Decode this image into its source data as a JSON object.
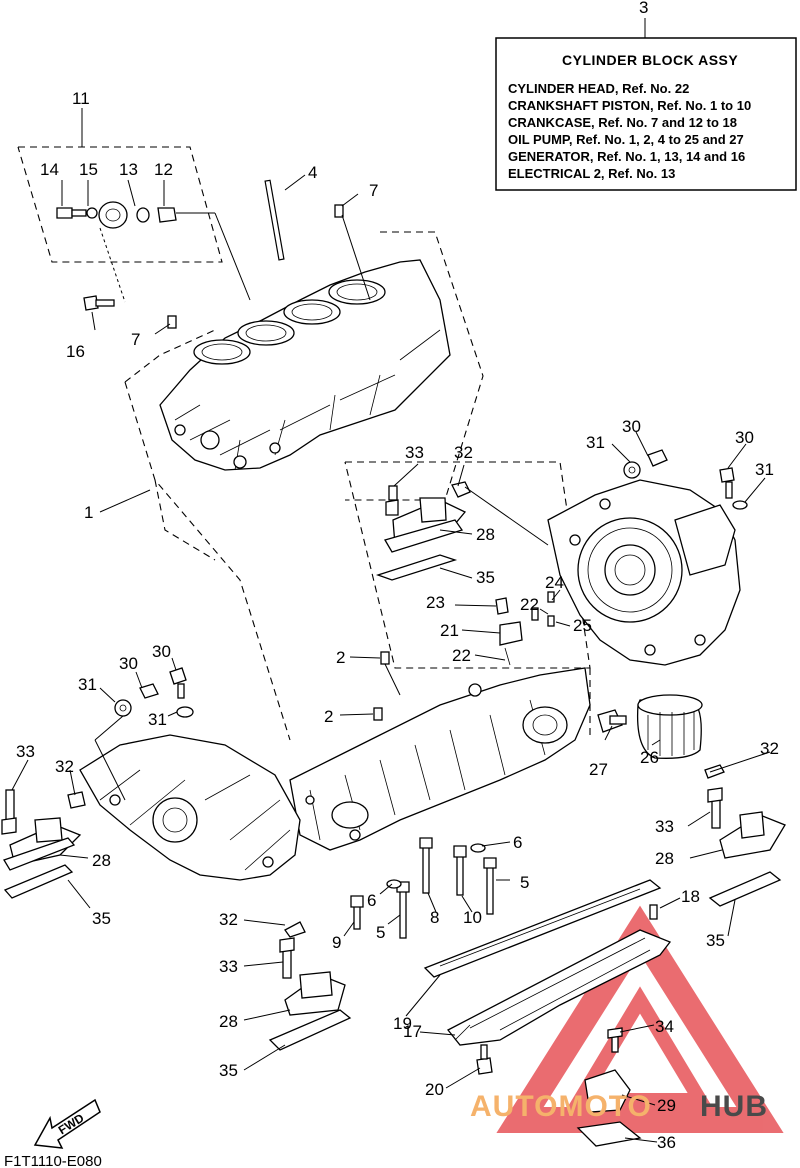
{
  "info_box": {
    "ref": "3",
    "title": "CYLINDER BLOCK ASSY",
    "lines": [
      "CYLINDER HEAD, Ref. No. 22",
      "CRANKSHAFT PISTON, Ref. No. 1 to 10",
      "CRANKCASE, Ref. No. 7 and 12 to 18",
      "OIL PUMP, Ref. No. 1, 2, 4 to 25 and 27",
      "GENERATOR, Ref. No. 1, 13, 14 and 16",
      "ELECTRICAL 2,  Ref. No. 13"
    ]
  },
  "callouts": [
    {
      "id": "c11",
      "text": "11"
    },
    {
      "id": "c14",
      "text": "14"
    },
    {
      "id": "c15",
      "text": "15"
    },
    {
      "id": "c13",
      "text": "13"
    },
    {
      "id": "c12",
      "text": "12"
    },
    {
      "id": "c4",
      "text": "4"
    },
    {
      "id": "c7a",
      "text": "7"
    },
    {
      "id": "c16",
      "text": "16"
    },
    {
      "id": "c7b",
      "text": "7"
    },
    {
      "id": "c1",
      "text": "1"
    },
    {
      "id": "c33a",
      "text": "33"
    },
    {
      "id": "c32a",
      "text": "32"
    },
    {
      "id": "c28a",
      "text": "28"
    },
    {
      "id": "c35a",
      "text": "35"
    },
    {
      "id": "c31a",
      "text": "31"
    },
    {
      "id": "c30a",
      "text": "30"
    },
    {
      "id": "c30b",
      "text": "30"
    },
    {
      "id": "c31b",
      "text": "31"
    },
    {
      "id": "c24",
      "text": "24"
    },
    {
      "id": "c23",
      "text": "23"
    },
    {
      "id": "c22a",
      "text": "22"
    },
    {
      "id": "c25",
      "text": "25"
    },
    {
      "id": "c21",
      "text": "21"
    },
    {
      "id": "c22b",
      "text": "22"
    },
    {
      "id": "c2a",
      "text": "2"
    },
    {
      "id": "c2b",
      "text": "2"
    },
    {
      "id": "c30c",
      "text": "30"
    },
    {
      "id": "c30d",
      "text": "30"
    },
    {
      "id": "c31c",
      "text": "31"
    },
    {
      "id": "c31d",
      "text": "31"
    },
    {
      "id": "c33b",
      "text": "33"
    },
    {
      "id": "c32b",
      "text": "32"
    },
    {
      "id": "c28b",
      "text": "28"
    },
    {
      "id": "c35b",
      "text": "35"
    },
    {
      "id": "c27",
      "text": "27"
    },
    {
      "id": "c26",
      "text": "26"
    },
    {
      "id": "c32c",
      "text": "32"
    },
    {
      "id": "c33c",
      "text": "33"
    },
    {
      "id": "c28c",
      "text": "28"
    },
    {
      "id": "c6a",
      "text": "6"
    },
    {
      "id": "c5a",
      "text": "5"
    },
    {
      "id": "c18",
      "text": "18"
    },
    {
      "id": "c35c",
      "text": "35"
    },
    {
      "id": "c6b",
      "text": "6"
    },
    {
      "id": "c8",
      "text": "8"
    },
    {
      "id": "c10",
      "text": "10"
    },
    {
      "id": "c9",
      "text": "9"
    },
    {
      "id": "c5b",
      "text": "5"
    },
    {
      "id": "c32d",
      "text": "32"
    },
    {
      "id": "c33d",
      "text": "33"
    },
    {
      "id": "c19",
      "text": "19"
    },
    {
      "id": "c28d",
      "text": "28"
    },
    {
      "id": "c34",
      "text": "34"
    },
    {
      "id": "c17",
      "text": "17"
    },
    {
      "id": "c35d",
      "text": "35"
    },
    {
      "id": "c20",
      "text": "20"
    },
    {
      "id": "c29",
      "text": "29"
    },
    {
      "id": "c36",
      "text": "36"
    }
  ],
  "fwd_label": "FWD",
  "figure_code": "F1T1110-E080",
  "watermark": {
    "part1": "AUTOMOTO",
    "part2": "HUB",
    "accent_color": "#e5484d",
    "orange_color": "#f5b26b"
  }
}
